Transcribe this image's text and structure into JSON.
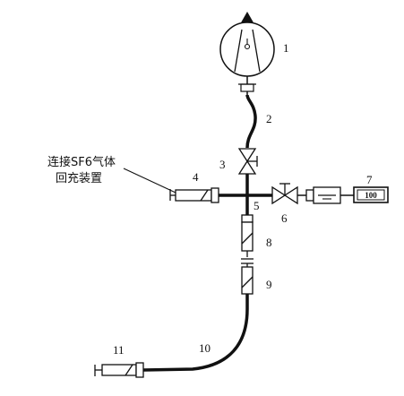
{
  "note_lines": [
    "连接SF6气体",
    "回充装置"
  ],
  "labels": {
    "l1": "1",
    "l2": "2",
    "l3": "3",
    "l4": "4",
    "l5": "5",
    "l6": "6",
    "l7": "7",
    "l8": "8",
    "l9": "9",
    "l10": "10",
    "l11": "11"
  },
  "gauge_reading": "100"
}
